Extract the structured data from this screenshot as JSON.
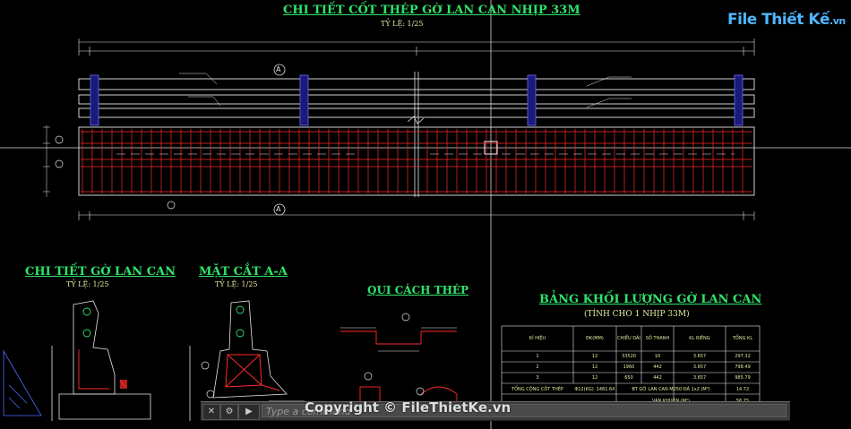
{
  "drawing": {
    "main_title": "CHI TIẾT CỐT THÉP GỜ LAN CAN NHỊP 33M",
    "main_scale": "TỶ LỆ: 1/25",
    "detail_title": "CHI TIẾT GỜ LAN CAN",
    "detail_scale": "TỶ LỆ: 1/25",
    "section_title": "MẶT CẮT A-A",
    "section_scale": "TỶ LỆ: 1/25",
    "rebar_title": "QUI CÁCH THÉP",
    "table_title": "BẢNG KHỐI LƯỢNG GỜ LAN CAN",
    "table_subtitle": "(TÍNH CHO 1 NHỊP 33M)"
  },
  "markers": {
    "section_top": "A",
    "section_bottom": "A",
    "bar1": "1",
    "bar2": "2",
    "bar3": "3"
  },
  "table": {
    "headers": [
      "KÍ HIỆU",
      "ĐK(MM)",
      "CHIỀU DÀI",
      "SỐ THANH",
      "KL RIÊNG",
      "TỔNG KL"
    ],
    "rows": [
      [
        "1",
        "12",
        "33520",
        "10",
        "3.657",
        "297.32"
      ],
      [
        "2",
        "12",
        "1960",
        "442",
        "3.657",
        "798.49"
      ],
      [
        "3",
        "12",
        "650",
        "442",
        "3.657",
        "985.79"
      ]
    ],
    "total_label": "TỔNG CỘNG CỐT THÉP",
    "total_dk": "Φ12(KG)",
    "total_value": "1481.64",
    "concrete_label": "BT GỜ LAN CAN M250 ĐÁ 1x2 (M³)",
    "concrete_value": "14.72",
    "formwork_label": "VÁN KHUÔN (M²)",
    "formwork_value": "56.75"
  },
  "watermark": {
    "logo_main": "File Thiết Kế",
    "logo_suffix": ".vn",
    "copyright": "Copyright © FileThietKe.vn"
  },
  "command_line": {
    "placeholder": "Type a command",
    "close_icon": "x-icon",
    "settings_icon": "wrench-icon",
    "prompt_icon": "prompt-icon"
  },
  "colors": {
    "background": "#000000",
    "title_green": "#2fe36b",
    "rebar_red": "#ff2a2a",
    "line_white": "#e6e6e6",
    "dim_yellow": "#e8e8a0",
    "post_blue": "#2a2ab8",
    "cyan": "#4fd3d3"
  }
}
